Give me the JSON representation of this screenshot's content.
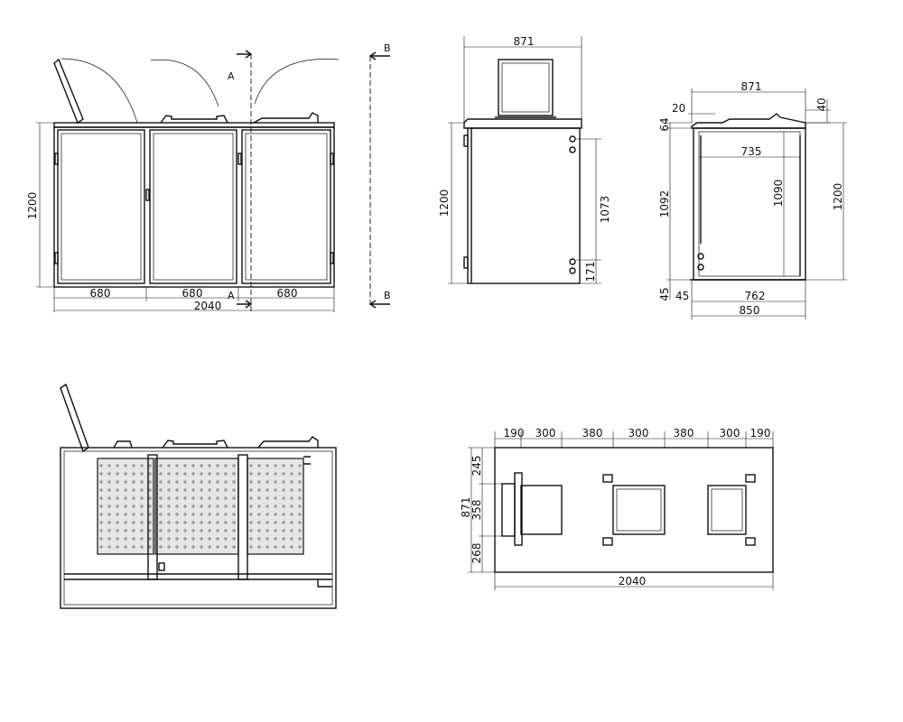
{
  "front_view": {
    "height": "1200",
    "widths": [
      "680",
      "680",
      "680"
    ],
    "total": "2040",
    "section_a": "A",
    "section_b": "B"
  },
  "side_view": {
    "width": "871",
    "height": "1200",
    "hole_upper": "1073",
    "hole_lower": "171"
  },
  "section_view": {
    "width_top": "871",
    "offset_top": "20",
    "lid_height": "40",
    "left_top": "64",
    "left_height": "1092",
    "inner_width": "735",
    "inner_height": "1090",
    "right_height": "1200",
    "bottom_left": "45",
    "bottom_offset": "45",
    "base_inner": "762",
    "base_total": "850"
  },
  "plan_view": {
    "top_dims": [
      "190",
      "300",
      "380",
      "300",
      "380",
      "300",
      "190"
    ],
    "side_dims": [
      "245",
      "358",
      "268"
    ],
    "depth": "871",
    "total": "2040"
  }
}
